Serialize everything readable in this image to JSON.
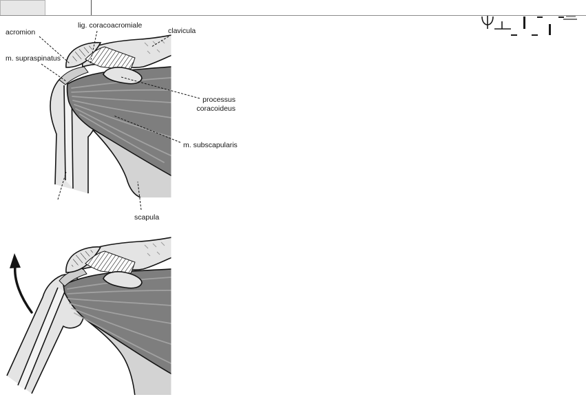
{
  "colors": {
    "muscle": "#7e7e7e",
    "muscle_fiber": "#a8a8a8",
    "bone": "#e4e4e4",
    "tendon": "#cdcdcd",
    "scapula": "#d3d3d3",
    "outline": "#141414",
    "ligament_base": "#ffffff"
  },
  "figure_top": {
    "labels": {
      "acromion": "acromion",
      "ligament": "lig. coracoacromiale",
      "clavicula": "clavicula",
      "supraspinatus": "m. supraspinatus",
      "coracoid_line1": "processus",
      "coracoid_line2": "coracoideus",
      "subscapularis": "m. subscapularis",
      "scapula": "scapula"
    }
  }
}
